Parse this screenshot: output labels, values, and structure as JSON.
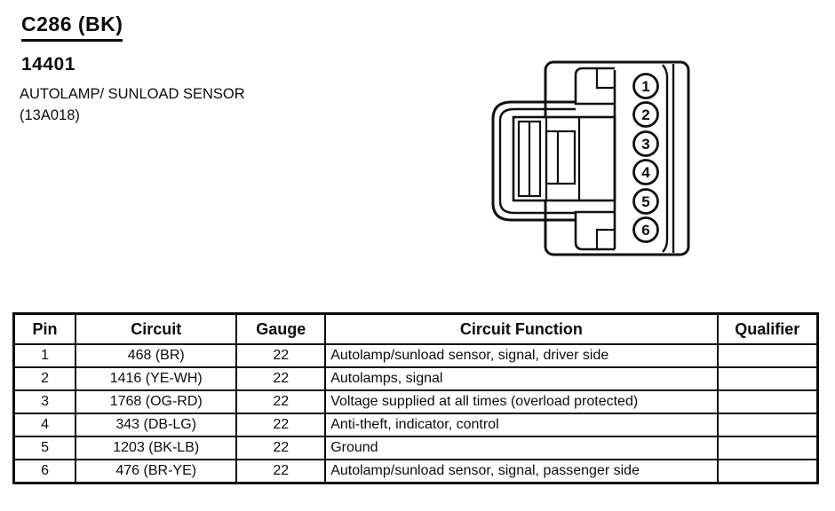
{
  "header": {
    "connector_id": "C286 (BK)",
    "part_number": "14401",
    "component_name": "AUTOLAMP/ SUNLOAD SENSOR",
    "component_code": "(13A018)"
  },
  "connector": {
    "pins": [
      "1",
      "2",
      "3",
      "4",
      "5",
      "6"
    ]
  },
  "table": {
    "headers": [
      "Pin",
      "Circuit",
      "Gauge",
      "Circuit Function",
      "Qualifier"
    ],
    "rows": [
      {
        "pin": "1",
        "circuit": "468 (BR)",
        "gauge": "22",
        "function": "Autolamp/sunload sensor, signal, driver side",
        "qualifier": ""
      },
      {
        "pin": "2",
        "circuit": "1416 (YE-WH)",
        "gauge": "22",
        "function": "Autolamps, signal",
        "qualifier": ""
      },
      {
        "pin": "3",
        "circuit": "1768 (OG-RD)",
        "gauge": "22",
        "function": "Voltage supplied at all times (overload protected)",
        "qualifier": ""
      },
      {
        "pin": "4",
        "circuit": "343 (DB-LG)",
        "gauge": "22",
        "function": "Anti-theft, indicator, control",
        "qualifier": ""
      },
      {
        "pin": "5",
        "circuit": "1203 (BK-LB)",
        "gauge": "22",
        "function": "Ground",
        "qualifier": ""
      },
      {
        "pin": "6",
        "circuit": "476 (BR-YE)",
        "gauge": "22",
        "function": "Autolamp/sunload sensor, signal, passenger side",
        "qualifier": ""
      }
    ]
  },
  "colors": {
    "ink": "#0d0d0d",
    "paper": "#ffffff"
  }
}
